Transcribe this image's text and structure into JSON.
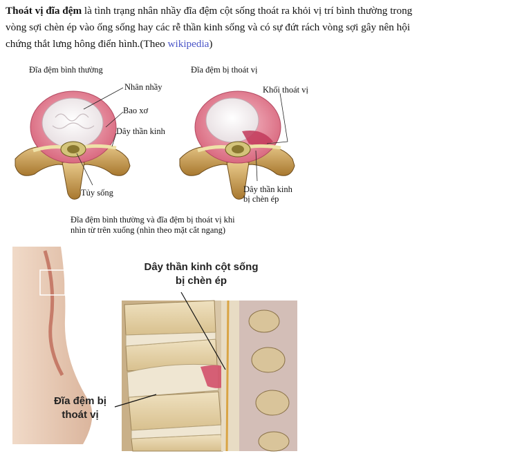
{
  "intro": {
    "term": "Thoát vị đĩa đệm",
    "text": " là tình trạng nhân nhầy đĩa đệm cột sống thoát ra khỏi vị trí bình thường trong vòng sợi chèn ép vào ống sống hay các rễ thần kinh sống và có sự đứt rách vòng sợi gây nên hội chứng thắt lưng hông điển hình.(Theo ",
    "link": "wikipedia",
    "end": ")"
  },
  "figure1": {
    "normal_title": "Đĩa đệm bình thường",
    "herniated_title": "Đĩa đệm bị thoát vị",
    "labels": {
      "nucleus": "Nhân nhầy",
      "annulus": "Bao xơ",
      "nerve": "Dây thần kinh",
      "spinal_cord": "Tủy sống",
      "herniation": "Khối thoát vị",
      "compressed_nerve_1": "Dây thần kinh",
      "compressed_nerve_2": "bị chèn ép"
    },
    "caption_line1": "Đĩa đệm bình thường và đĩa đệm bị thoát vị khi",
    "caption_line2": "nhìn từ trên xuống (nhìn theo mặt cắt ngang)"
  },
  "figure2": {
    "nerve_label_1": "Dây thần kinh cột sống",
    "nerve_label_2": "bị chèn ép",
    "disc_label_1": "Đĩa đệm bị",
    "disc_label_2": "thoát vị"
  }
}
